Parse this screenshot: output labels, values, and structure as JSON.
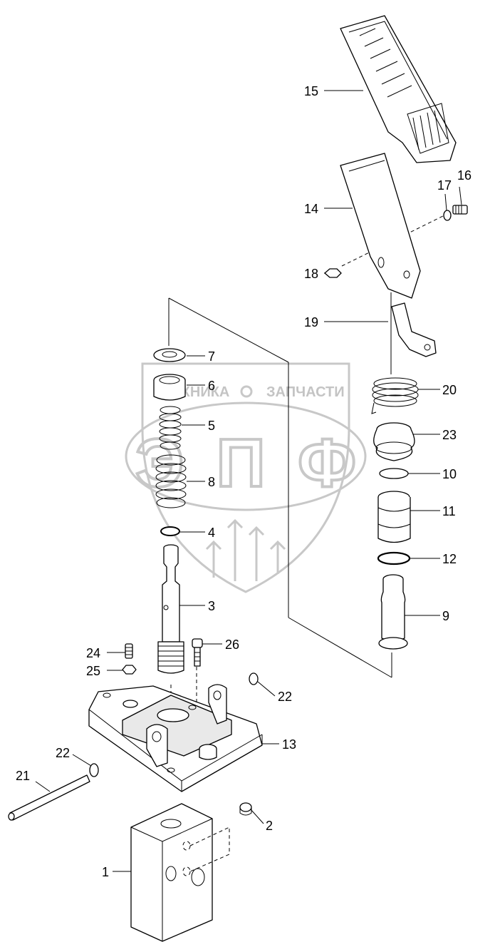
{
  "watermark": {
    "text_left": "ТЕХНИКА",
    "text_right": "ЗАПЧАСТИ",
    "logo": "ЭПФ"
  },
  "callouts": {
    "c1": "1",
    "c2": "2",
    "c3": "3",
    "c4": "4",
    "c5": "5",
    "c6": "6",
    "c7": "7",
    "c8": "8",
    "c9": "9",
    "c10": "10",
    "c11": "11",
    "c12": "12",
    "c13": "13",
    "c14": "14",
    "c15": "15",
    "c16": "16",
    "c17": "17",
    "c18": "18",
    "c19": "19",
    "c20": "20",
    "c21": "21",
    "c22a": "22",
    "c22b": "22",
    "c23": "23",
    "c24": "24",
    "c25": "25",
    "c26": "26"
  },
  "colors": {
    "line": "#000000",
    "watermark": "#c8c8c8",
    "background": "#ffffff"
  }
}
